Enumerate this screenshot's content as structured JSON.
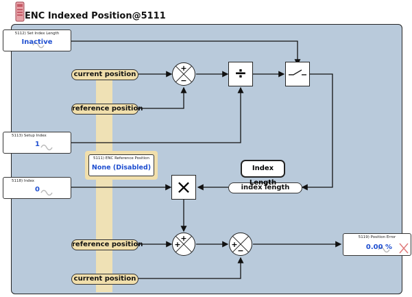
{
  "title": "ENC Indexed Position@5111",
  "colors": {
    "panel": "#b9cadb",
    "pill": "#f1dfac",
    "value": "#1f4fd0",
    "band": "#efe1b5"
  },
  "params": {
    "set_index_length": {
      "caption": "5112) Set Index Length",
      "value": "Inactive"
    },
    "setup_index": {
      "caption": "5113) Setup Index",
      "value": "1"
    },
    "index": {
      "caption": "5118) Index",
      "value": "0"
    },
    "enc_reference_position": {
      "caption": "5111) ENC Reference Position",
      "value": "None (Disabled)"
    },
    "position_error": {
      "caption": "5119) Position Error",
      "value": "0.00 %"
    }
  },
  "signals": {
    "current_position_top": "current position",
    "reference_position_top": "reference position",
    "reference_position_bottom": "reference position",
    "current_position_bottom": "current position",
    "index_length_label": "index length"
  },
  "blocks": {
    "index_length_title": "Index Length",
    "divide_symbol": "÷",
    "multiply_symbol": "×"
  },
  "icons": [
    "device-icon",
    "sine-wave-icon",
    "close-icon",
    "switch-icon"
  ]
}
